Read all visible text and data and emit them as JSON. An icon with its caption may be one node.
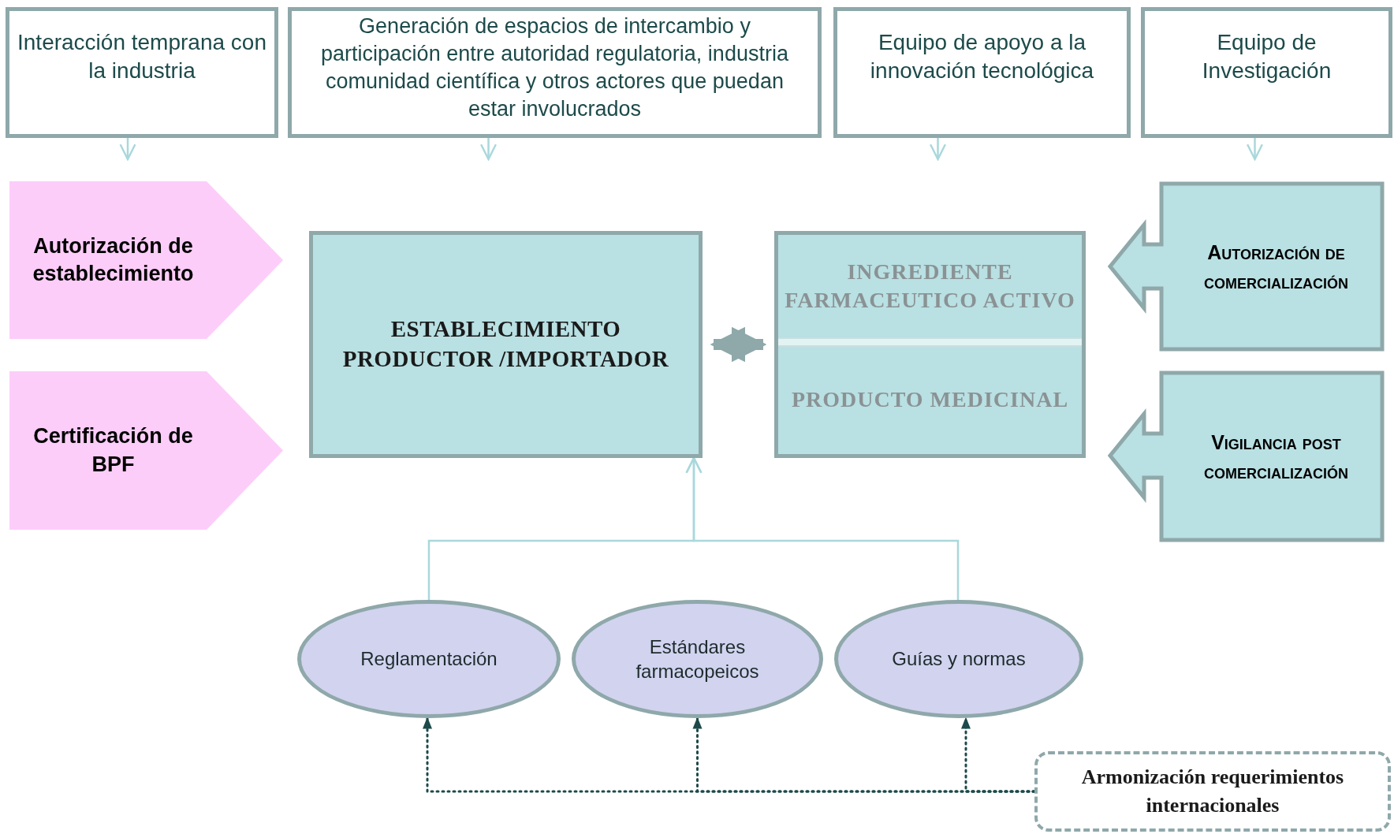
{
  "diagram": {
    "nodes": [
      {
        "text": [
          "Interacción temprana con la industria"
        ]
      },
      {
        "text": [
          "Generación de espacios de intercambio y participación entre autoridad regulatoria, industria comunidad científica y otros actores que puedan estar involucrados"
        ]
      },
      {
        "text": [
          "Equipo de apoyo a la innovación tecnológica"
        ]
      },
      {
        "text": [
          "Equipo de Investigación"
        ]
      },
      {
        "text": [
          "Autorización de establecimiento"
        ]
      },
      {
        "text": [
          "Certificación de BPF"
        ]
      },
      {
        "text": [
          "ESTABLECIMIENTO PRODUCTOR /IMPORTADOR"
        ]
      },
      {
        "text": [
          "INGREDIENTE FARMACEUTICO ACTIVO",
          "PRODUCTO MEDICINAL"
        ]
      },
      {
        "text": [
          "Autorización de comercialización"
        ]
      },
      {
        "text": [
          "Vigilancia post comercialización"
        ]
      },
      {
        "text": [
          "Reglamentación"
        ]
      },
      {
        "text": [
          "Estándares farmacopeicos"
        ]
      },
      {
        "text": [
          "Guías y normas"
        ]
      },
      {
        "text": [
          "Armonización requerimientos internacionales"
        ]
      }
    ],
    "edges": [
      {
        "from": 0,
        "to": null,
        "arrow": "to"
      },
      {
        "from": 1,
        "to": null,
        "arrow": "to"
      },
      {
        "from": 2,
        "to": null,
        "arrow": "to"
      },
      {
        "from": 3,
        "to": null,
        "arrow": "to"
      },
      {
        "from": 6,
        "to": 7,
        "arrow": "both",
        "style": "thick",
        "color": "#8fa8aa"
      },
      {
        "from": 10,
        "to": 6,
        "arrow": "to"
      },
      {
        "from": 12,
        "to": 6,
        "arrow": "to"
      },
      {
        "from": 13,
        "to": 10,
        "arrow": "to",
        "style": "dashed",
        "color": "#1d4a4a"
      },
      {
        "from": 13,
        "to": 11,
        "arrow": "to",
        "style": "dashed",
        "color": "#1d4a4a"
      },
      {
        "from": 13,
        "to": 12,
        "arrow": "to",
        "style": "dashed",
        "color": "#1d4a4a"
      }
    ]
  }
}
